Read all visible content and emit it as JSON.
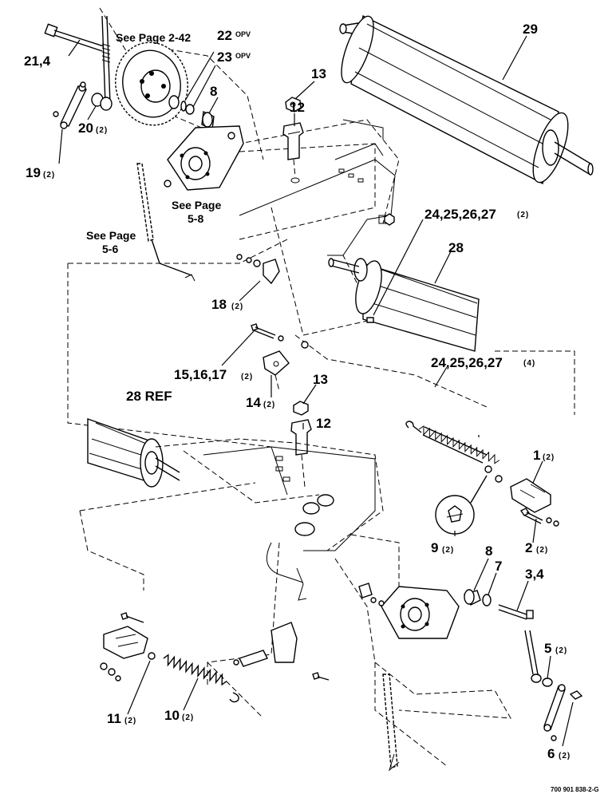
{
  "references": {
    "see_page_2_42": "See Page 2-42",
    "see_page_5_8_a": "See Page",
    "see_page_5_8_b": "5-8",
    "see_page_5_6_a": "See Page",
    "see_page_5_6_b": "5-6"
  },
  "callouts": {
    "c29": "29",
    "c22": "22",
    "c23": "23",
    "opv": "OPV",
    "c21_4": "21,4",
    "c13a": "13",
    "c12a": "12",
    "c8a": "8",
    "c20": "20",
    "c19": "19",
    "c24a": "24,25,26,27",
    "c28": "28",
    "c18": "18",
    "c15": "15,16,17",
    "c14": "14",
    "c24b": "24,25,26,27",
    "c13b": "13",
    "c28ref": "28 REF",
    "c12b": "12",
    "c1": "1",
    "c9": "9",
    "c2": "2",
    "c8b": "8",
    "c7": "7",
    "c3_4": "3,4",
    "c5": "5",
    "c11": "11",
    "c10": "10",
    "c6": "6"
  },
  "quantities": {
    "q2": "(2)",
    "q4": "(4)"
  },
  "drawing_number": "700 901 838-2-G"
}
